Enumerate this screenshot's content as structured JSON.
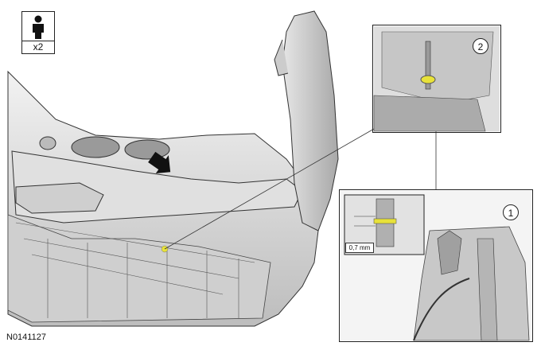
{
  "person_indicator": {
    "count_label": "x2",
    "icon": "person-icon"
  },
  "callouts": [
    {
      "number": "2"
    },
    {
      "number": "1"
    }
  ],
  "measurement": {
    "value": "0,7 mm"
  },
  "figure_id": "N0141127",
  "colors": {
    "line": "#222222",
    "part_shade": "#d9d9d9",
    "highlight": "#e8e23a"
  }
}
